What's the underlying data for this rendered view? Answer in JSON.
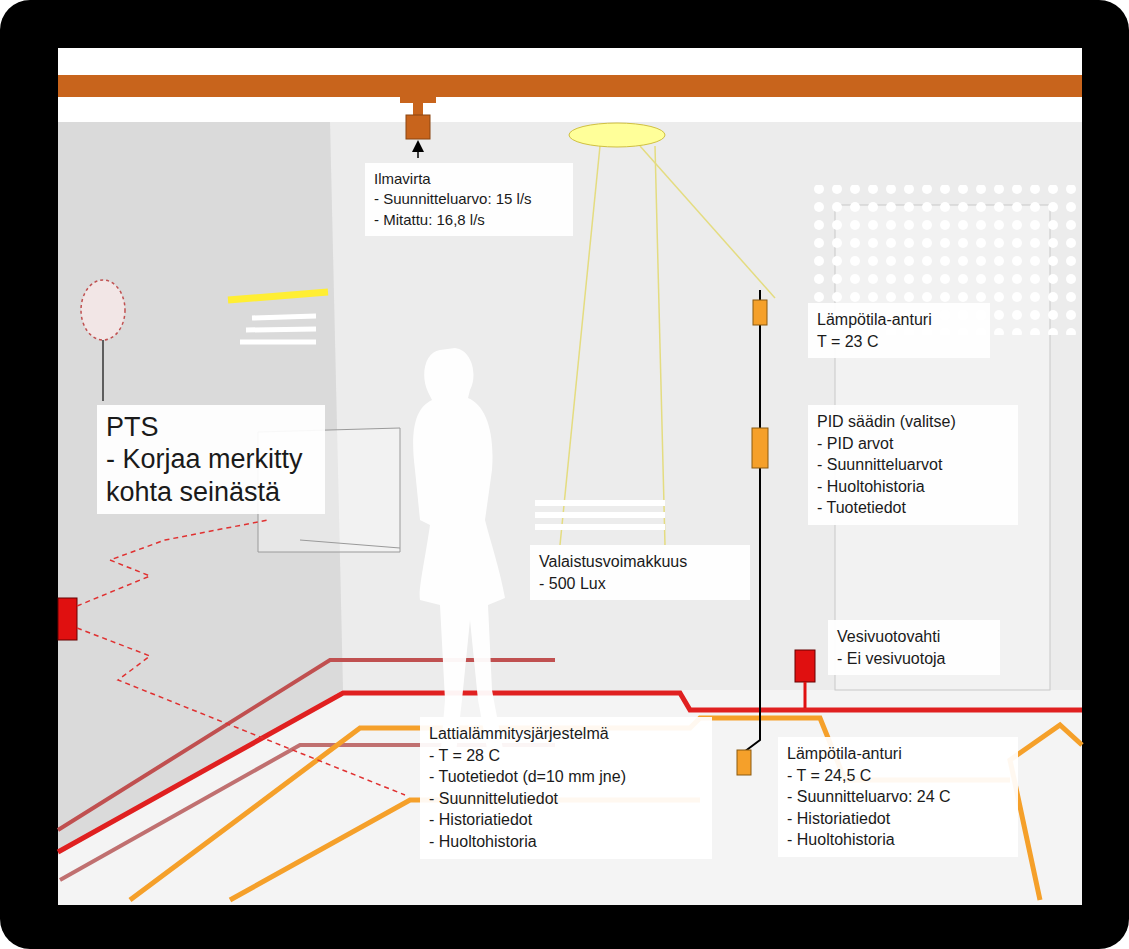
{
  "diagram": {
    "nodes": [
      {
        "text": [
          "Ilmavirta",
          "- Suunnitteluarvo: 15 l/s",
          "- Mitattu: 16,8 l/s"
        ]
      },
      {
        "text": [
          "PTS",
          "- Korjaa merkitty kohta seinästä"
        ]
      },
      {
        "text": [
          "Lämpötila-anturi",
          "T = 23 C"
        ]
      },
      {
        "text": [
          "PID säädin (valitse)",
          "- PID arvot",
          "- Suunnitteluarvot",
          "- Huoltohistoria",
          "- Tuotetiedot"
        ]
      },
      {
        "text": [
          "Valaistusvoimakkuus",
          "- 500 Lux"
        ]
      },
      {
        "text": [
          "Vesivuotovahti",
          "- Ei vesivuotoja"
        ]
      },
      {
        "text": [
          "Lattialämmitysjärjestelmä",
          "- T = 28 C",
          "- Tuotetiedot (d=10 mm jne)",
          "- Suunnittelutiedot",
          "- Historiatiedot",
          "- Huoltohistoria"
        ]
      },
      {
        "text": [
          "Lämpötila-anturi",
          "- T = 24,5 C",
          "- Suunnitteluarvo: 24 C",
          "- Historiatiedot",
          "- Huoltohistoria"
        ]
      }
    ]
  }
}
